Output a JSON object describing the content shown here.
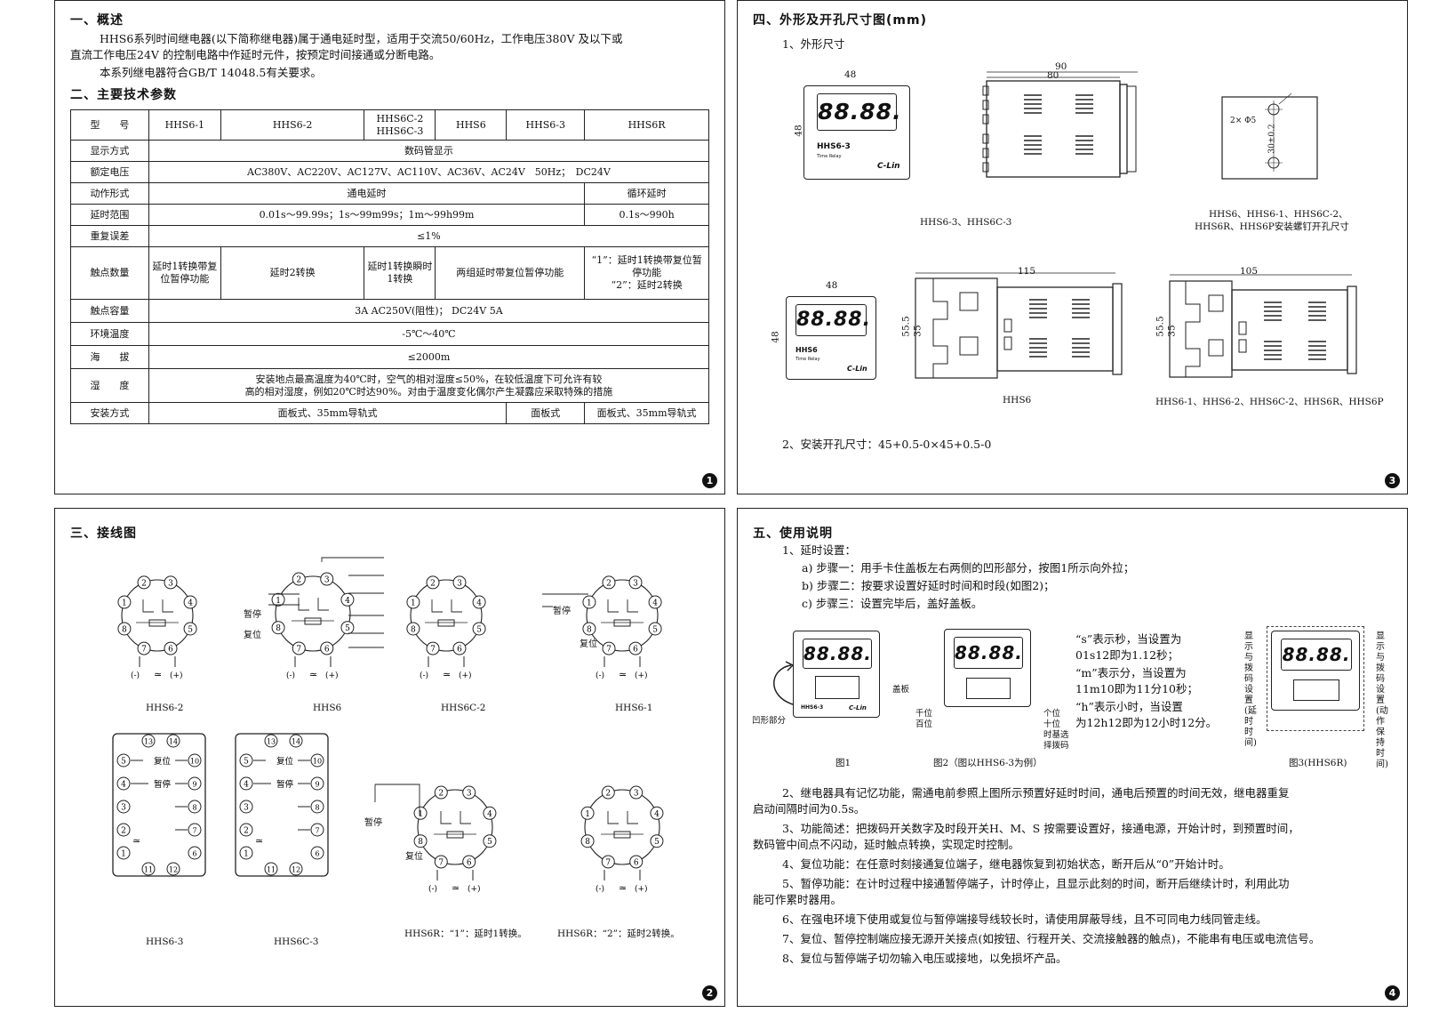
{
  "p1": {
    "h1": "一、概述",
    "intro1": "HHS6系列时间继电器(以下简称继电器)属于通电延时型，适用于交流50/60Hz，工作电压380V 及以下或",
    "intro2": "直流工作电压24V 的控制电路中作延时元件，按预定时间接通或分断电路。",
    "intro3": "本系列继电器符合GB/T 14048.5有关要求。",
    "h2": "二、主要技术参数",
    "table": {
      "r_model": "型　　号",
      "m1": "HHS6-1",
      "m2": "HHS6-2",
      "m3a": "HHS6C-2",
      "m3b": "HHS6C-3",
      "m4": "HHS6",
      "m5": "HHS6-3",
      "m6": "HHS6R",
      "r_display": "显示方式",
      "display": "数码管显示",
      "r_voltage": "额定电压",
      "voltage": "AC380V、AC220V、AC127V、AC110V、AC36V、AC24V　50Hz；　DC24V",
      "r_action": "动作形式",
      "action1": "通电延时",
      "action2": "循环延时",
      "r_range": "延时范围",
      "range1": "0.01s～99.99s；1s～99m99s；1m～99h99m",
      "range2": "0.1s～990h",
      "r_error": "重复误差",
      "error": "≤1%",
      "r_contacts": "触点数量",
      "c1": "延时1转换带复位暂停功能",
      "c2": "延时2转换",
      "c3": "延时1转换瞬时1转换",
      "c4": "两组延时带复位暂停功能",
      "c5a": "“1”：延时1转换带复位暂停功能",
      "c5b": "“2”：延时2转换",
      "r_capacity": "触点容量",
      "capacity": "3A AC250V(阻性)； DC24V 5A",
      "r_temp": "环境温度",
      "temp": "-5℃～40℃",
      "r_alt": "海　　拔",
      "alt": "≤2000m",
      "r_hum": "湿　　度",
      "hum1": "安装地点最高温度为40℃时，空气的相对湿度≤50%，在较低温度下可允许有较",
      "hum2": "高的相对湿度，例如20℃时达90%。对由于温度变化偶尔产生凝露应采取特殊的措施",
      "r_mount": "安装方式",
      "mount1": "面板式、35mm导轨式",
      "mount2": "面板式",
      "mount3": "面板式、35mm导轨式"
    },
    "num": "1"
  },
  "p2": {
    "title": "三、接线图",
    "cap_hhs62": "HHS6-2",
    "cap_hhs6": "HHS6",
    "cap_hhs6c2": "HHS6C-2",
    "cap_hhs61": "HHS6-1",
    "cap_hhs63": "HHS6-3",
    "cap_hhs6c3": "HHS6C-3",
    "cap_hhs6r1": "HHS6R：“1”：延时1转换。",
    "cap_hhs6r2": "HHS6R：“2”：延时2转换。",
    "pause": "暂停",
    "reset": "复位",
    "minus": "(-)",
    "plus": "(+)",
    "tilde": "≃",
    "num": "2"
  },
  "p3": {
    "title": "四、外形及开孔尺寸图(mm)",
    "sub1": "1、外形尺寸",
    "d48": "48",
    "d90": "90",
    "d80": "80",
    "d115": "115",
    "d105": "105",
    "d555": "55.5",
    "d35": "35",
    "hole_d": "2× Φ5",
    "hole_s": "30±0.2",
    "digits": "88.88.",
    "model63": "HHS6-3",
    "model6": "HHS6",
    "time_relay": "Time Relay",
    "brand": "C-Lin",
    "cap1": "HHS6-3、HHS6C-3",
    "cap2a": "HHS6、HHS6-1、HHS6C-2、",
    "cap2b": "HHS6R、HHS6P安装螺钉开孔尺寸",
    "cap3": "HHS6",
    "cap4": "HHS6-1、HHS6-2、HHS6C-2、HHS6R、HHS6P",
    "sub2": "2、安装开孔尺寸：45+0.5-0×45+0.5-0",
    "num": "3"
  },
  "p4": {
    "title": "五、使用说明",
    "s1": "1、延时设置：",
    "s1a": "a) 步骤一：用手卡住盖板左右两侧的凹形部分，按图1所示向外拉；",
    "s1b": "b) 步骤二：按要求设置好延时时间和时段(如图2)；",
    "s1c": "c) 步骤三：设置完毕后，盖好盖板。",
    "n1a": "“s”表示秒，当设置为",
    "n1b": "01s12即为1.12秒；",
    "n2a": "“m”表示分，当设置为",
    "n2b": "11m10即为11分10秒；",
    "n3a": "“h”表示小时，当设置",
    "n3b": "为12h12即为12小时12分。",
    "digits": "88.88.",
    "model": "HHS6-3",
    "time_relay": "Time Relay",
    "brand": "C-Lin",
    "cover": "盖板",
    "recess": "凹形部分",
    "thousand": "千位",
    "hundred": "百位",
    "unit": "个位",
    "ten": "十位",
    "timebase": "时基选",
    "dial": "择拨码",
    "left_label": "显示与拨码设置(延时时间)",
    "right_label": "显示与拨码设置(动作保持时间)",
    "fig1": "图1",
    "fig2": "图2（图以HHS6-3为例）",
    "fig3": "图3(HHS6R)",
    "p2a": "2、继电器具有记忆功能，需通电前参照上图所示预置好延时时间，通电后预置的时间无效，继电器重复",
    "p2b": "启动间隔时间为0.5s。",
    "p3a": "3、功能简述：把拨码开关数字及时段开关H、M、S 按需要设置好，接通电源，开始计时，到预置时间，",
    "p3b": "数码管中间点不闪动，延时触点转换，实现定时控制。",
    "p4": "4、复位功能：在任意时刻接通复位端子，继电器恢复到初始状态，断开后从“0”开始计时。",
    "p5a": "5、暂停功能：在计时过程中接通暂停端子，计时停止，且显示此刻的时间，断开后继续计时，利用此功",
    "p5b": "能可作累时器用。",
    "p6": "6、在强电环境下使用或复位与暂停端接导线较长时，请使用屏蔽导线，且不可同电力线同管走线。",
    "p7": "7、复位、暂停控制端应接无源开关接点(如按钮、行程开关、交流接触器的触点)，不能串有电压或电流信号。",
    "p8": "8、复位与暂停端子切勿输入电压或接地，以免损坏产品。",
    "num": "4"
  }
}
